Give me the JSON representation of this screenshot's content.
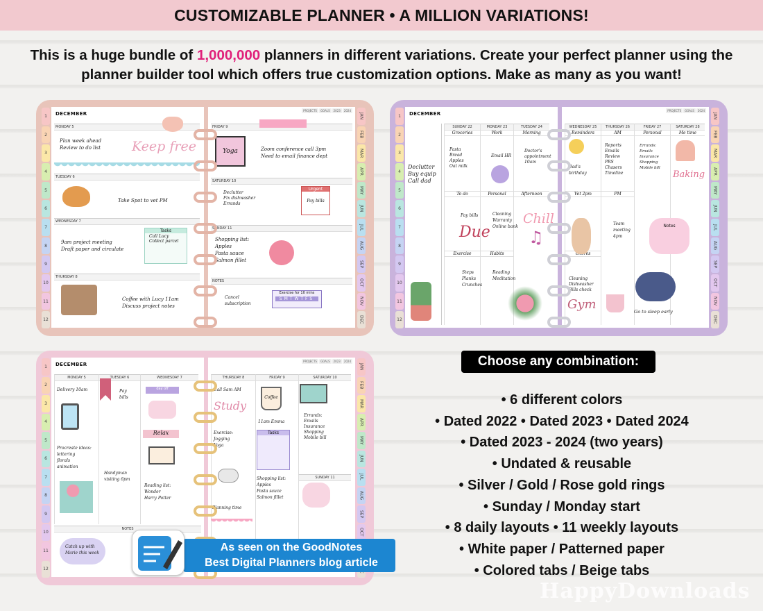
{
  "header": {
    "title": "CUSTOMIZABLE PLANNER • A MILLION VARIATIONS!"
  },
  "intro": {
    "before": "This is a huge bundle of ",
    "highlight": "1,000,000",
    "after": " planners in different variations. Create your perfect planner using the planner builder tool which offers true customization options. Make as many as you want!"
  },
  "planner_top_left": {
    "month": "DECEMBER",
    "days": [
      "MONDAY 5",
      "TUESDAY 6",
      "WEDNESDAY 7",
      "THURSDAY 8",
      "FRIDAY 9",
      "SATURDAY 10",
      "SUNDAY 11",
      "NOTES"
    ],
    "mon": "Plan week ahead\nReview to do list",
    "keep_free": "Keep free",
    "tue": "Take Spot to vet PM",
    "wed": "9am project meeting\nDraft paper and circulate",
    "tasks_title": "Tasks",
    "tasks": "Call Lucy\nCollect parcel",
    "thu": "Coffee with Lucy 11am\nDiscuss project notes",
    "fri": "Zoom conference call 3pm\nNeed to email finance dept",
    "yoga": "Yoga",
    "sat": "Declutter\nFix dishwasher\nErrands",
    "urgent": "Urgent",
    "urgent_note": "Pay bills",
    "sun": "Shopping list:\nApples\nPasta sauce\nSalmon fillet",
    "notes": "Cancel\nsubscription",
    "exercise": "Exercise for 10 mins",
    "week_letters": "SMTWTFS",
    "top_tabs": [
      "PROJECTS",
      "GOALS",
      "2023",
      "2024"
    ]
  },
  "planner_top_right": {
    "month": "DECEMBER",
    "days": [
      "SUNDAY 22",
      "MONDAY 23",
      "TUESDAY 24",
      "WEDNESDAY 25",
      "THURSDAY 26",
      "FRIDAY 27",
      "SATURDAY 28"
    ],
    "left_note": "Declutter\nBuy equip\nCall dad",
    "headers": [
      "Groceries",
      "Work",
      "Morning",
      "Reminders",
      "AM",
      "Personal",
      "Me time"
    ],
    "groceries": "Pasta\nBread\nApples\nOat milk",
    "work": "Email HR",
    "morning": "Doctor's\nappointment\n10am",
    "reminders": "Dad's\nbirthday",
    "am": "Reports\nEmails\nReview\nPRS\nChasers\nTimeline",
    "personal_fri": "Errands:\nEmails\nInsurance\nShopping\nMobile bill",
    "baking": "Baking",
    "row2": [
      "To do",
      "Personal",
      "Afternoon",
      "Vet 2pm",
      "PM"
    ],
    "todo": "Pay bills",
    "due": "Due",
    "personal": "Cleaning\nWarranty\nOnline bank",
    "chill": "Chill",
    "team": "Team\nmeeting\n4pm",
    "notes_label": "Notes",
    "row3": [
      "Exercise",
      "Habits",
      "Chores"
    ],
    "exercise": "Steps\nPlanks\nCrunches",
    "habits": "Reading\nMeditation",
    "chores": "Cleaning\nDishwasher\nBills check",
    "gym": "Gym",
    "sleep": "Go to sleep early",
    "top_tabs": [
      "PROJECTS",
      "GOALS",
      "2024"
    ]
  },
  "planner_bottom": {
    "month": "DECEMBER",
    "days": [
      "MONDAY 5",
      "TUESDAY 6",
      "WEDNESDAY 7",
      "THURSDAY 8",
      "FRIDAY 9",
      "SATURDAY 10",
      "SUNDAY 11",
      "NOTES"
    ],
    "mon": "Delivery 10am",
    "mon2": "Procreate ideas:\nlettering\nflorals\nanimation",
    "tue": "Pay\nbills",
    "tue2": "Handyman\nvisiting 6pm",
    "day_off": "day off",
    "relax": "Relax",
    "wed2": "Reading list:\nWonder\nHarry Potter",
    "thu": "Call Sam AM",
    "study": "Study",
    "thu2": "Exercise:\nJogging\nYoga",
    "thu3": "Planning time",
    "fri": "11am Emma",
    "coffee": "Coffee",
    "tasks": "Tasks",
    "fri2": "Shopping list:\nApples\nPasta sauce\nSalmon fillet",
    "sat": "Errands:\nEmails\nInsurance\nShopping\nMobile bill",
    "notes": "Catch up with\nMarie this week",
    "top_tabs": [
      "PROJECTS",
      "GOALS",
      "2023",
      "2024"
    ]
  },
  "month_tabs": [
    "JAN",
    "FEB",
    "MAR",
    "APR",
    "MAY",
    "JUN",
    "JUL",
    "AUG",
    "SEP",
    "OCT",
    "NOV",
    "DEC"
  ],
  "number_tabs": [
    "1",
    "2",
    "3",
    "4",
    "5",
    "6",
    "7",
    "8",
    "9",
    "10",
    "11",
    "12"
  ],
  "seen_badge": {
    "line1": "As seen on the GoodNotes",
    "line2": "Best Digital Planners blog article"
  },
  "combo_title": "Choose any combination:",
  "features": [
    "• 6 different colors",
    "• Dated 2022  • Dated 2023  • Dated 2024",
    "• Dated 2023 - 2024 (two years)",
    "• Undated & reusable",
    "•  Silver / Gold / Rose gold rings",
    "• Sunday / Monday start",
    "• 8 daily layouts  • 11 weekly layouts",
    "• White paper / Patterned paper",
    "• Colored tabs / Beige tabs"
  ],
  "watermark": "HappyDownloads",
  "colors": {
    "accent": "#e0207a",
    "header_bg": "#f2c9cf",
    "badge": "#1c86d1",
    "rose_cover": "#e8c4ba",
    "lilac_cover": "#c9b3dc",
    "pink_cover": "#f0c9d8",
    "rose_gold": "#e3b4a6",
    "silver": "#cfcfd6",
    "gold": "#e6c27a"
  }
}
